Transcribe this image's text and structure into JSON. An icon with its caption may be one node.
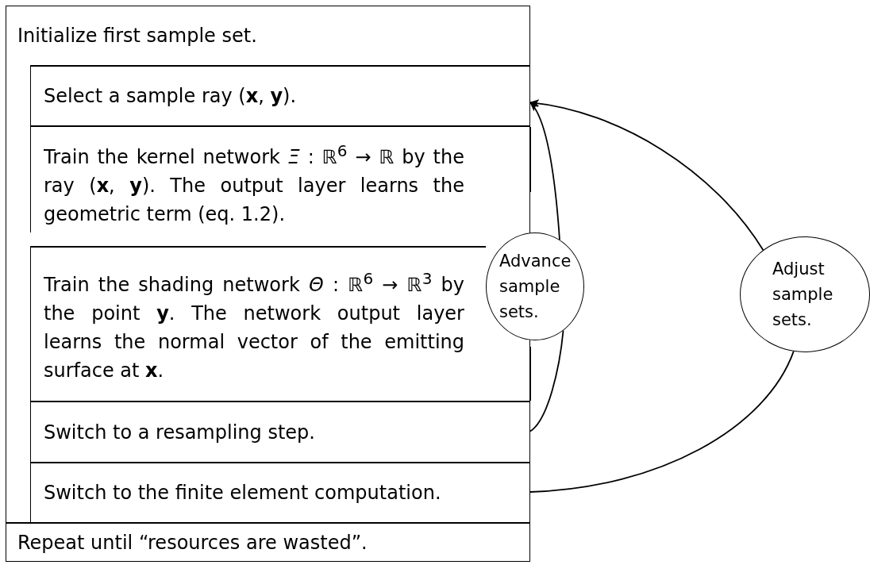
{
  "diagram": {
    "nodes": [
      {
        "text": [
          "Initialize first sample set."
        ]
      },
      {
        "text": [
          "Select a sample ray (**x**, **y**)."
        ]
      },
      {
        "text": [
          "Train the kernel network *Ξ* : ℝ$^{6}$ → ℝ by the ray (**x**, **y**). The output layer learns the geometric term (eq. 1.2)."
        ]
      },
      {
        "text": [
          "Train the shading network *Θ* : ℝ$^{6}$ → ℝ$^{3}$ by the point **y**. The network output layer learns the normal vector of the emitting surface at **x**."
        ]
      },
      {
        "text": [
          "Switch to a resampling step."
        ]
      },
      {
        "text": [
          "Switch to the finite element computation."
        ]
      },
      {
        "text": [
          "Repeat until “resources are wasted”."
        ]
      },
      {
        "text": [
          "Advance sample sets."
        ]
      },
      {
        "text": [
          "Adjust sample sets."
        ]
      }
    ],
    "edges": [
      {
        "from": 4,
        "to": 7,
        "arrow": "none"
      },
      {
        "from": 7,
        "to": 1,
        "arrow": "to"
      },
      {
        "from": 5,
        "to": 8,
        "arrow": "none"
      },
      {
        "from": 8,
        "to": 1,
        "arrow": "to"
      }
    ]
  }
}
